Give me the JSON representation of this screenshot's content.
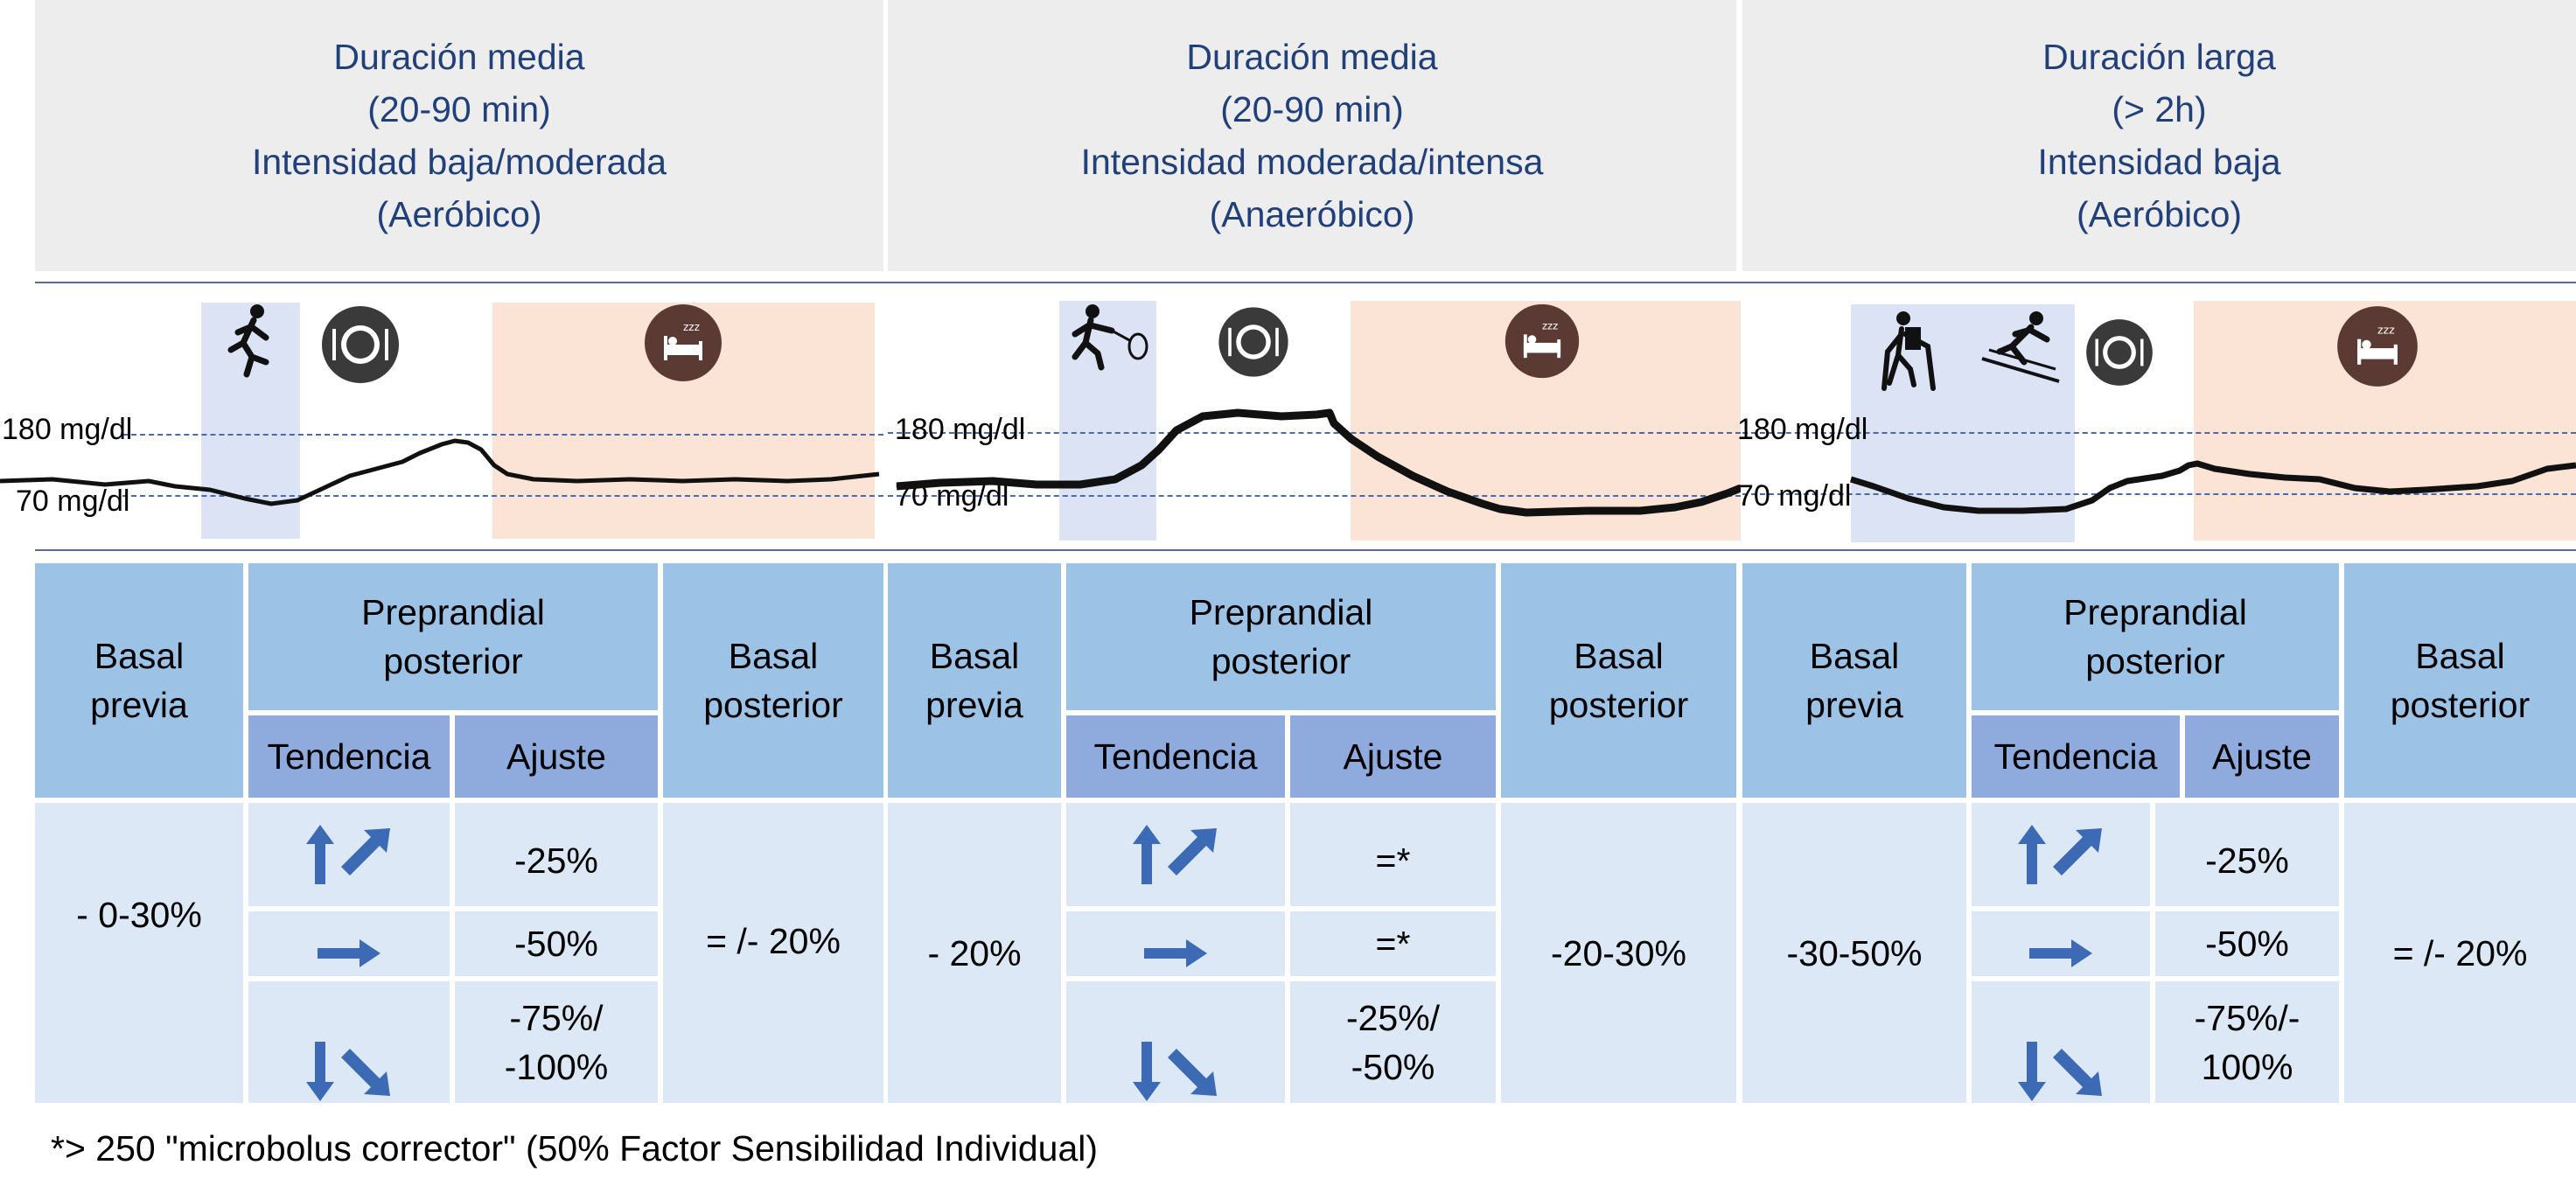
{
  "columns": [
    {
      "header": [
        "Duración media",
        "(20-90 min)",
        "Intensidad baja/moderada",
        "(Aeróbico)"
      ],
      "graph": {
        "upper_label": "180 mg/dl",
        "lower_label": "70 mg/dl",
        "exercise_icons": [
          "running-icon"
        ]
      },
      "table": {
        "basal_previa": "- 0-30%",
        "ajustes": [
          "-25%",
          "-50%",
          "-75%/",
          "-100%"
        ],
        "basal_posterior": "= /-  20%"
      }
    },
    {
      "header": [
        "Duración media",
        "(20-90 min)",
        "Intensidad moderada/intensa",
        "(Anaeróbico)"
      ],
      "graph": {
        "upper_label": "180 mg/dl",
        "lower_label": "70 mg/dl",
        "exercise_icons": [
          "tennis-icon"
        ]
      },
      "table": {
        "basal_previa": "- 20%",
        "ajustes": [
          "=*",
          "=*",
          "-25%/",
          "-50%"
        ],
        "basal_posterior": "-20-30%"
      }
    },
    {
      "header": [
        "Duración larga",
        "(> 2h)",
        "Intensidad baja",
        "(Aeróbico)"
      ],
      "graph": {
        "upper_label": "180 mg/dl",
        "lower_label": "70 mg/dl",
        "exercise_icons": [
          "hiking-icon",
          "skiing-icon"
        ]
      },
      "table": {
        "basal_previa": "-30-50%",
        "ajustes": [
          "-25%",
          "-50%",
          "-75%/-",
          "100%"
        ],
        "basal_posterior": "= /-  20%"
      }
    }
  ],
  "table_headers": {
    "basal_previa": [
      "Basal",
      "previa"
    ],
    "preprandial": [
      "Preprandial",
      "posterior"
    ],
    "tendencia": "Tendencia",
    "ajuste": "Ajuste",
    "basal_posterior": [
      "Basal",
      "posterior"
    ]
  },
  "footnote": "*> 250 \"microbolus corrector\"  (50% Factor Sensibilidad Individual)",
  "colors": {
    "header_bg": "#ededed",
    "header_text": "#21407a",
    "exercise_band": "#dbe3f5",
    "sleep_band": "#fbe3d5",
    "table_header": "#9cc3e6",
    "table_subheader": "#8faadc",
    "table_body": "#dce8f5",
    "arrow": "#3c6ab4",
    "threshold_line": "#33548f"
  }
}
